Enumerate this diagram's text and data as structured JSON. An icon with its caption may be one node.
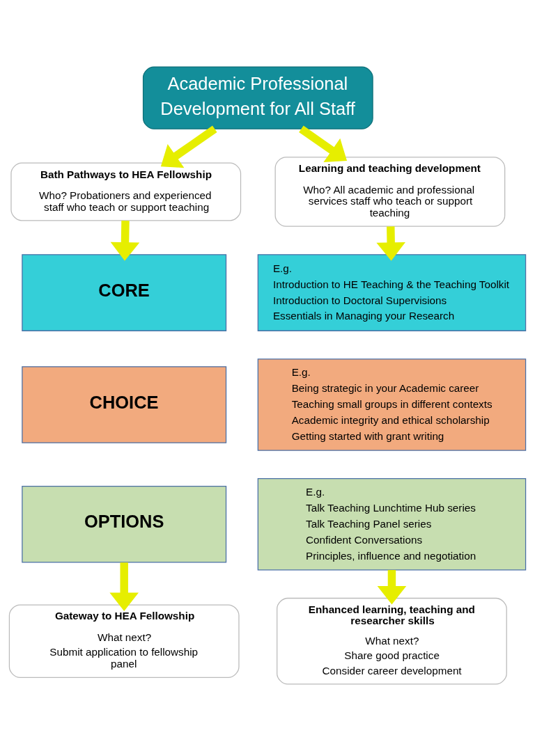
{
  "diagram": {
    "nodes": [
      {
        "text": [
          "Academic Professional Development for All Staff"
        ]
      },
      {
        "text": [
          "Bath Pathways to HEA Fellowship",
          "Who? Probationers and experienced staff who teach or support teaching"
        ]
      },
      {
        "text": [
          "Learning and teaching development",
          "Who? All academic and professional services staff who teach or support teaching"
        ]
      },
      {
        "text": [
          "CORE"
        ]
      },
      {
        "text": [
          "E.g.",
          "Introduction to HE Teaching & the Teaching Toolkit",
          "Introduction to Doctoral Supervisions",
          "Essentials in Managing your Research"
        ]
      },
      {
        "text": [
          "CHOICE"
        ]
      },
      {
        "text": [
          "E.g.",
          "Being strategic in your Academic career",
          "Teaching small groups in different contexts",
          "Academic integrity and ethical scholarship",
          "Getting started with grant writing"
        ]
      },
      {
        "text": [
          "OPTIONS"
        ]
      },
      {
        "text": [
          "E.g.",
          "Talk Teaching Lunchtime Hub series",
          "Talk Teaching Panel series",
          "Confident Conversations",
          "Principles, influence and negotiation"
        ]
      },
      {
        "text": [
          "Gateway to HEA Fellowship",
          "What next?",
          "Submit application to fellowship panel"
        ]
      },
      {
        "text": [
          "Enhanced learning, teaching and researcher skills",
          "What next?",
          "Share good practice",
          "Consider career development"
        ]
      }
    ],
    "edges": [
      {
        "from": 0,
        "to": 1,
        "arrow": "to"
      },
      {
        "from": 0,
        "to": 2,
        "arrow": "to"
      },
      {
        "from": 1,
        "to": 3,
        "arrow": "to"
      },
      {
        "from": 2,
        "to": 4,
        "arrow": "to"
      },
      {
        "from": 7,
        "to": 9,
        "arrow": "to"
      },
      {
        "from": 8,
        "to": 10,
        "arrow": "to"
      }
    ]
  }
}
